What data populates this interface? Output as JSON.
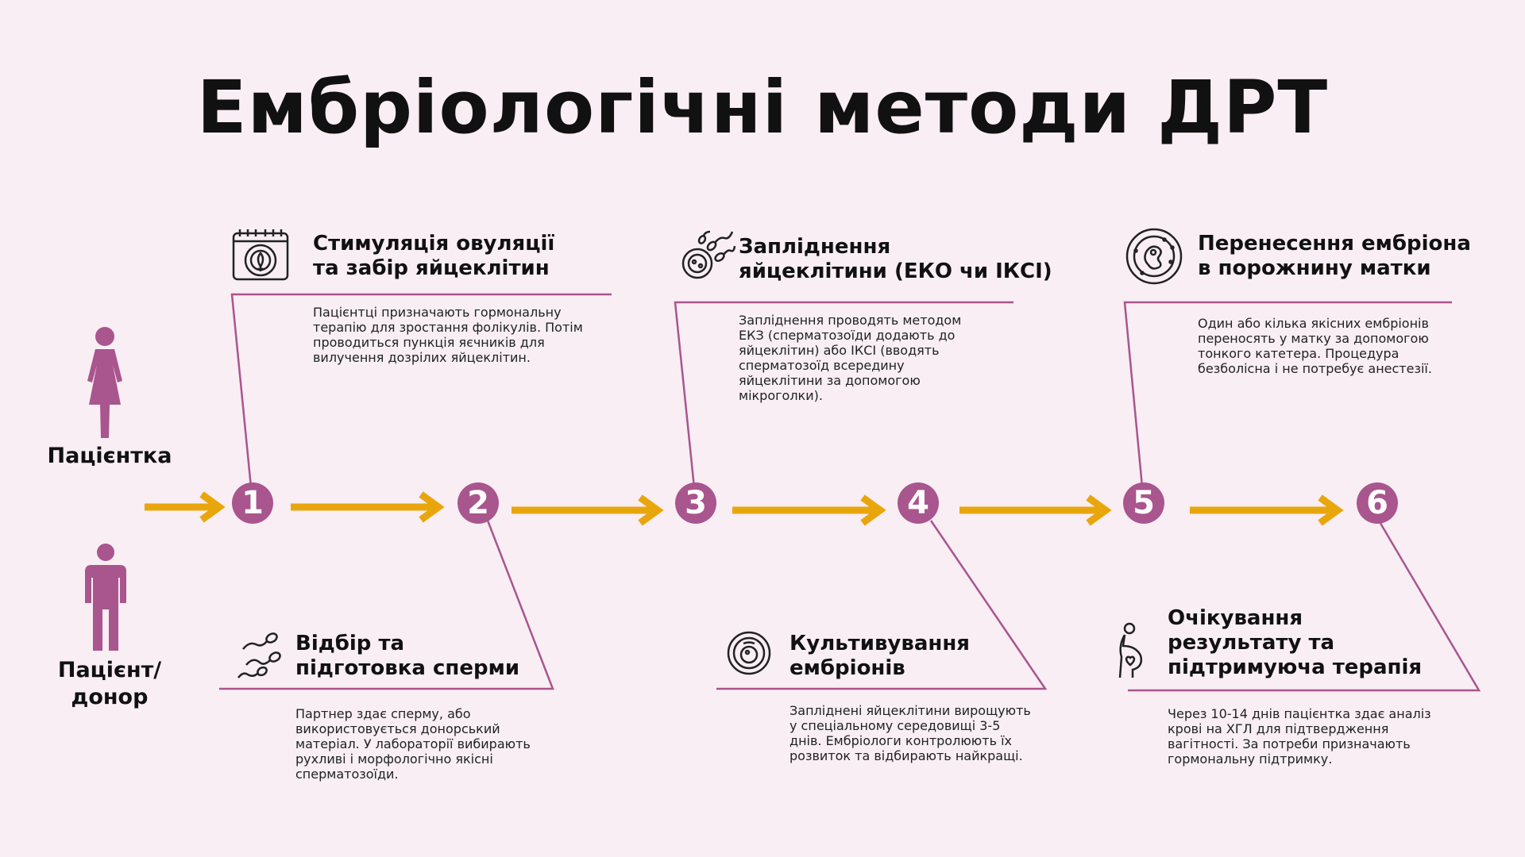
{
  "title": "Ембріологічні методи ДРТ",
  "colors": {
    "accent": "#a9558e",
    "arrow": "#e9a60c",
    "background": "#f8eef3"
  },
  "people": {
    "patient_female": {
      "label": "Пацієнтка",
      "icon": "woman-icon"
    },
    "patient_male": {
      "label_line1": "Пацієнт/",
      "label_line2": "донор",
      "icon": "man-icon"
    }
  },
  "steps": [
    {
      "number": "1",
      "title_line1": "Стимуляція овуляції",
      "title_line2": "та забір яйцеклітин",
      "icon": "calendar-ovulation-icon",
      "desc": [
        "Пацієнтці призначають гормональну",
        "терапію для зростання фолікулів. Потім",
        "проводиться пункція яєчників для",
        "вилучення дозрілих яйцеклітин."
      ]
    },
    {
      "number": "2",
      "title_line1": "Відбір та",
      "title_line2": "підготовка сперми",
      "icon": "sperm-icon",
      "desc": [
        "Партнер здає сперму, або",
        "використовується донорський",
        "матеріал. У лабораторії вибирають",
        "рухливі і морфологічно якісні",
        "сперматозоїди."
      ]
    },
    {
      "number": "3",
      "title_line1": "Запліднення",
      "title_line2": "яйцеклітини (ЕКО чи ІКСІ)",
      "icon": "fertilization-icon",
      "desc": [
        "Запліднення проводять методом",
        "ЕКЗ (сперматозоїди додають до",
        "яйцеклітин) або ІКСІ (вводять",
        "сперматозоїд всередину",
        "яйцеклітини за допомогою",
        "мікроголки)."
      ]
    },
    {
      "number": "4",
      "title_line1": "Культивування",
      "title_line2": "ембріонів",
      "icon": "embryo-culture-icon",
      "desc": [
        "Запліднені яйцеклітини вирощують",
        "у спеціальному середовищі 3-5",
        "днів. Ембріологи контролюють їх",
        "розвиток та відбирають найкращі."
      ]
    },
    {
      "number": "5",
      "title_line1": "Перенесення ембріона",
      "title_line2": "в порожнину матки",
      "icon": "embryo-transfer-icon",
      "desc": [
        "Один або кілька якісних ембріонів",
        "переносять у матку за допомогою",
        "тонкого катетера. Процедура",
        "безболісна і не потребує анестезії."
      ]
    },
    {
      "number": "6",
      "title_line1": "Очікування",
      "title_line2": "результату та",
      "title_line3": "підтримуюча терапія",
      "icon": "pregnancy-icon",
      "desc": [
        "Через 10-14 днів пацієнтка здає аналіз",
        "крові на ХГЛ для підтвердження",
        "вагітності. За потреби призначають",
        "гормональну підтримку."
      ]
    }
  ]
}
